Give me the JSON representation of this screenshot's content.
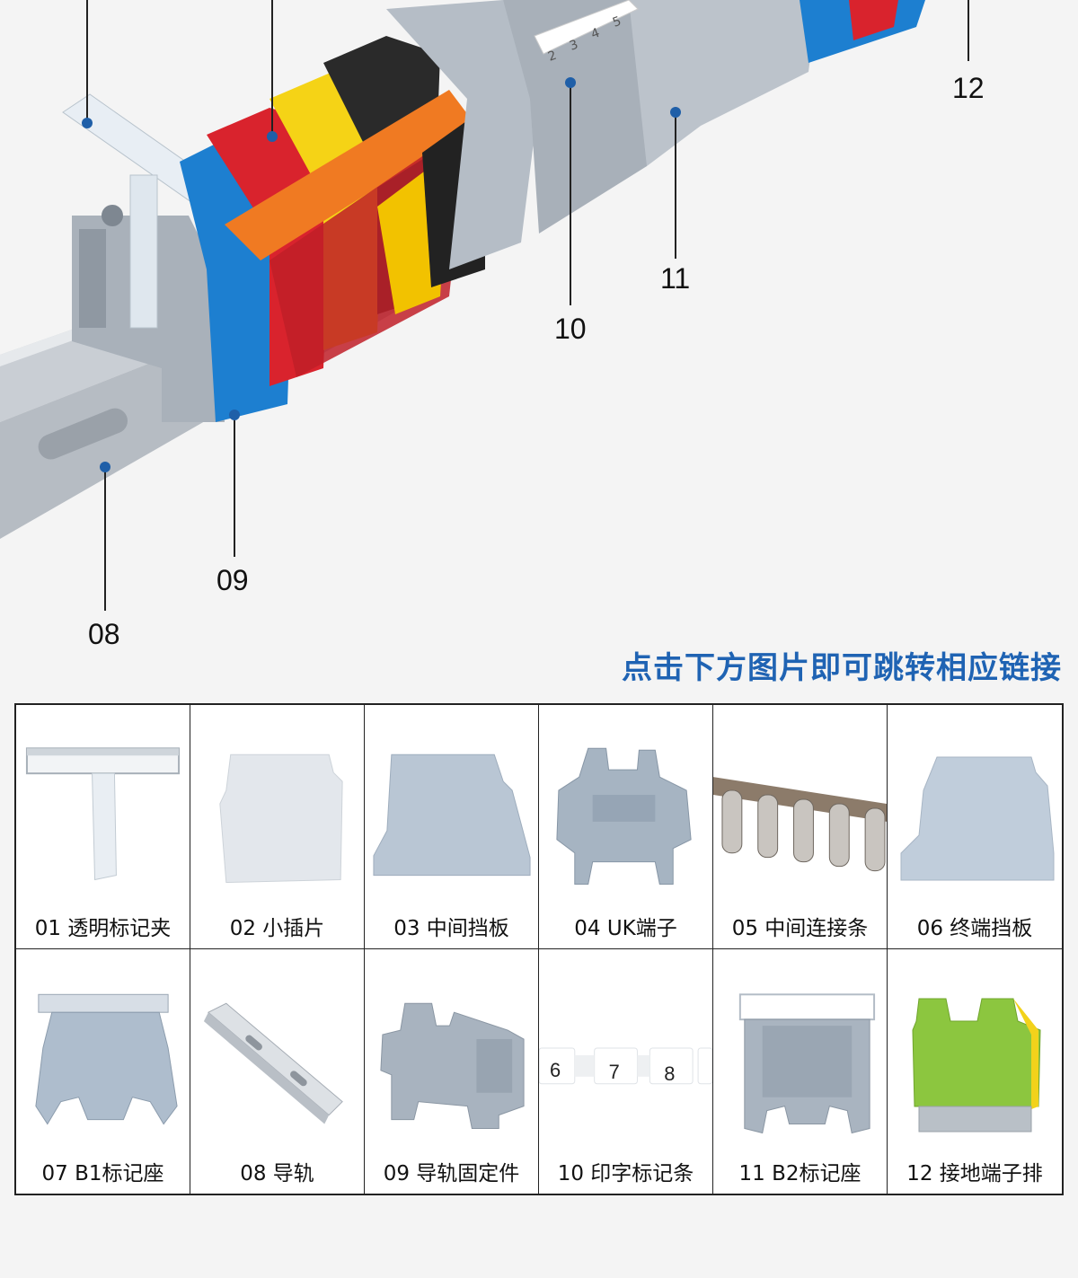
{
  "callouts": [
    "12",
    "11",
    "10",
    "09",
    "08"
  ],
  "link_hint": "点击下方图片即可跳转相应链接",
  "products": [
    {
      "label": "01 透明标记夹"
    },
    {
      "label": "02 小插片"
    },
    {
      "label": "03 中间挡板"
    },
    {
      "label": "04 UK端子"
    },
    {
      "label": "05 中间连接条"
    },
    {
      "label": "06 终端挡板"
    },
    {
      "label": "07 B1标记座"
    },
    {
      "label": "08 导轨"
    },
    {
      "label": "09 导轨固定件"
    },
    {
      "label": "10 印字标记条"
    },
    {
      "label": "11 B2标记座"
    },
    {
      "label": "12 接地端子排"
    }
  ],
  "marker_numbers": [
    "2",
    "3",
    "4",
    "5",
    "6",
    "7",
    "8"
  ],
  "colors": {
    "accent_blue": "#1f63b3",
    "callout_dot": "#1f5fa8",
    "terminal_gray": "#aab4bf",
    "terminal_blue": "#1d7fd0",
    "terminal_red": "#d9232d",
    "terminal_yellow": "#f5d316",
    "terminal_black": "#2a2a2a",
    "terminal_orange": "#f07a22",
    "ground_green": "#8cc63f"
  }
}
